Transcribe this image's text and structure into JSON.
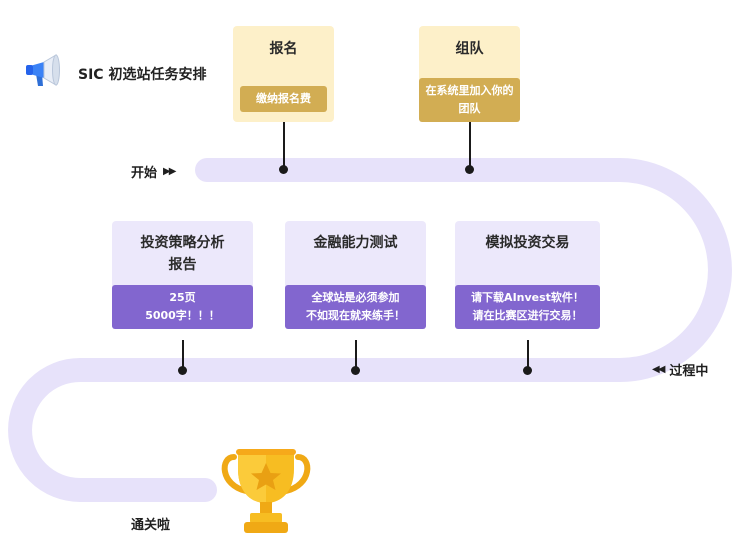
{
  "header": {
    "title": "SIC 初选站任务安排",
    "icon": "megaphone-icon"
  },
  "markers": {
    "start": "开始",
    "in_progress": "过程中",
    "finish": "通关啦"
  },
  "top_steps": [
    {
      "title": "报名",
      "detail": "缴纳报名费"
    },
    {
      "title": "组队",
      "detail": "在系统里加入你的\n团队"
    }
  ],
  "middle_steps": [
    {
      "title": "投资策略分析\n报告",
      "detail": "25页\n5000字！！！"
    },
    {
      "title": "金融能力测试",
      "detail": "全球站是必须参加\n不如现在就来练手！"
    },
    {
      "title": "模拟投资交易",
      "detail": "请下载AInvest软件！\n请在比赛区进行交易！"
    }
  ],
  "colors": {
    "track": "#e7e2fa",
    "yellow_card": "#fdf0c9",
    "yellow_tag": "#d2ad53",
    "purple_card": "#ece8fb",
    "purple_tag": "#8266cf",
    "trophy": "#f5b81c"
  }
}
